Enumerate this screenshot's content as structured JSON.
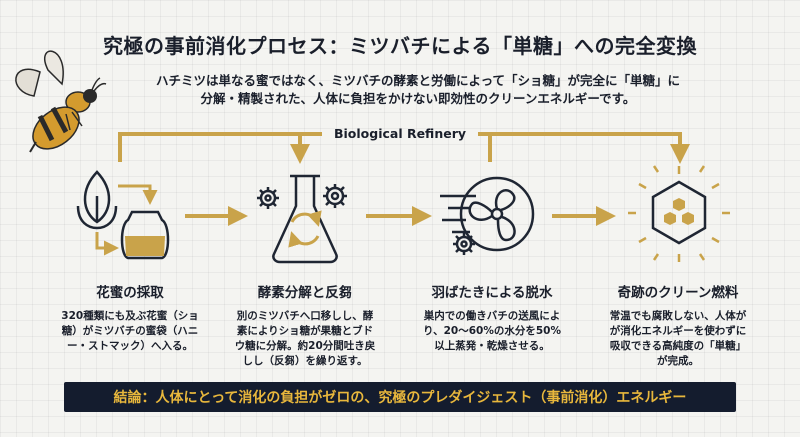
{
  "title": "究極の事前消化プロセス：ミツバチによる「単糖」への完全変換",
  "subtitle": {
    "line1": "ハチミツは単なる蜜ではなく、ミツバチの酵素と労働によって「ショ糖」が完全に「単糖」に",
    "line2": "分解・精製された、人体に負担をかけない即効性のクリーンエネルギーです。"
  },
  "refinery_label": "Biological Refinery",
  "steps": [
    {
      "title": "花蜜の採取",
      "lines": [
        "320種類にも及ぶ花蜜（ショ",
        "糖）がミツバチの蜜袋（ハニ",
        "ー・ストマック）へ入る。"
      ]
    },
    {
      "title": "酵素分解と反芻",
      "lines": [
        "別のミツバチへ口移しし、酵",
        "素によりショ糖が果糖とブド",
        "ウ糖に分解。約20分間吐き戻",
        "しし（反芻）を繰り返す。"
      ]
    },
    {
      "title": "羽ばたきによる脱水",
      "lines": [
        "巣内での働きバチの送風によ",
        "り、20〜60%の水分を50%",
        "以上蒸発・乾燥させる。"
      ]
    },
    {
      "title": "奇跡のクリーン燃料",
      "lines": [
        "常温でも腐敗しない、人体が",
        "が消化エネルギーを使わずに",
        "吸収できる高純度の「単糖」",
        "が完成。"
      ]
    }
  ],
  "conclusion": "結論：人体にとって消化の負担がゼロの、究極のプレダイジェスト（事前消化）エネルギー",
  "colors": {
    "gold": "#c9a34a",
    "navy": "#141c2e",
    "conclusion_text": "#e8b73c",
    "background": "#f4f4f1"
  },
  "icons": [
    "bee-icon",
    "flower-leaf-icon",
    "honey-jar-icon",
    "flask-icon",
    "gear-icon",
    "fan-icon",
    "honeycomb-icon"
  ]
}
